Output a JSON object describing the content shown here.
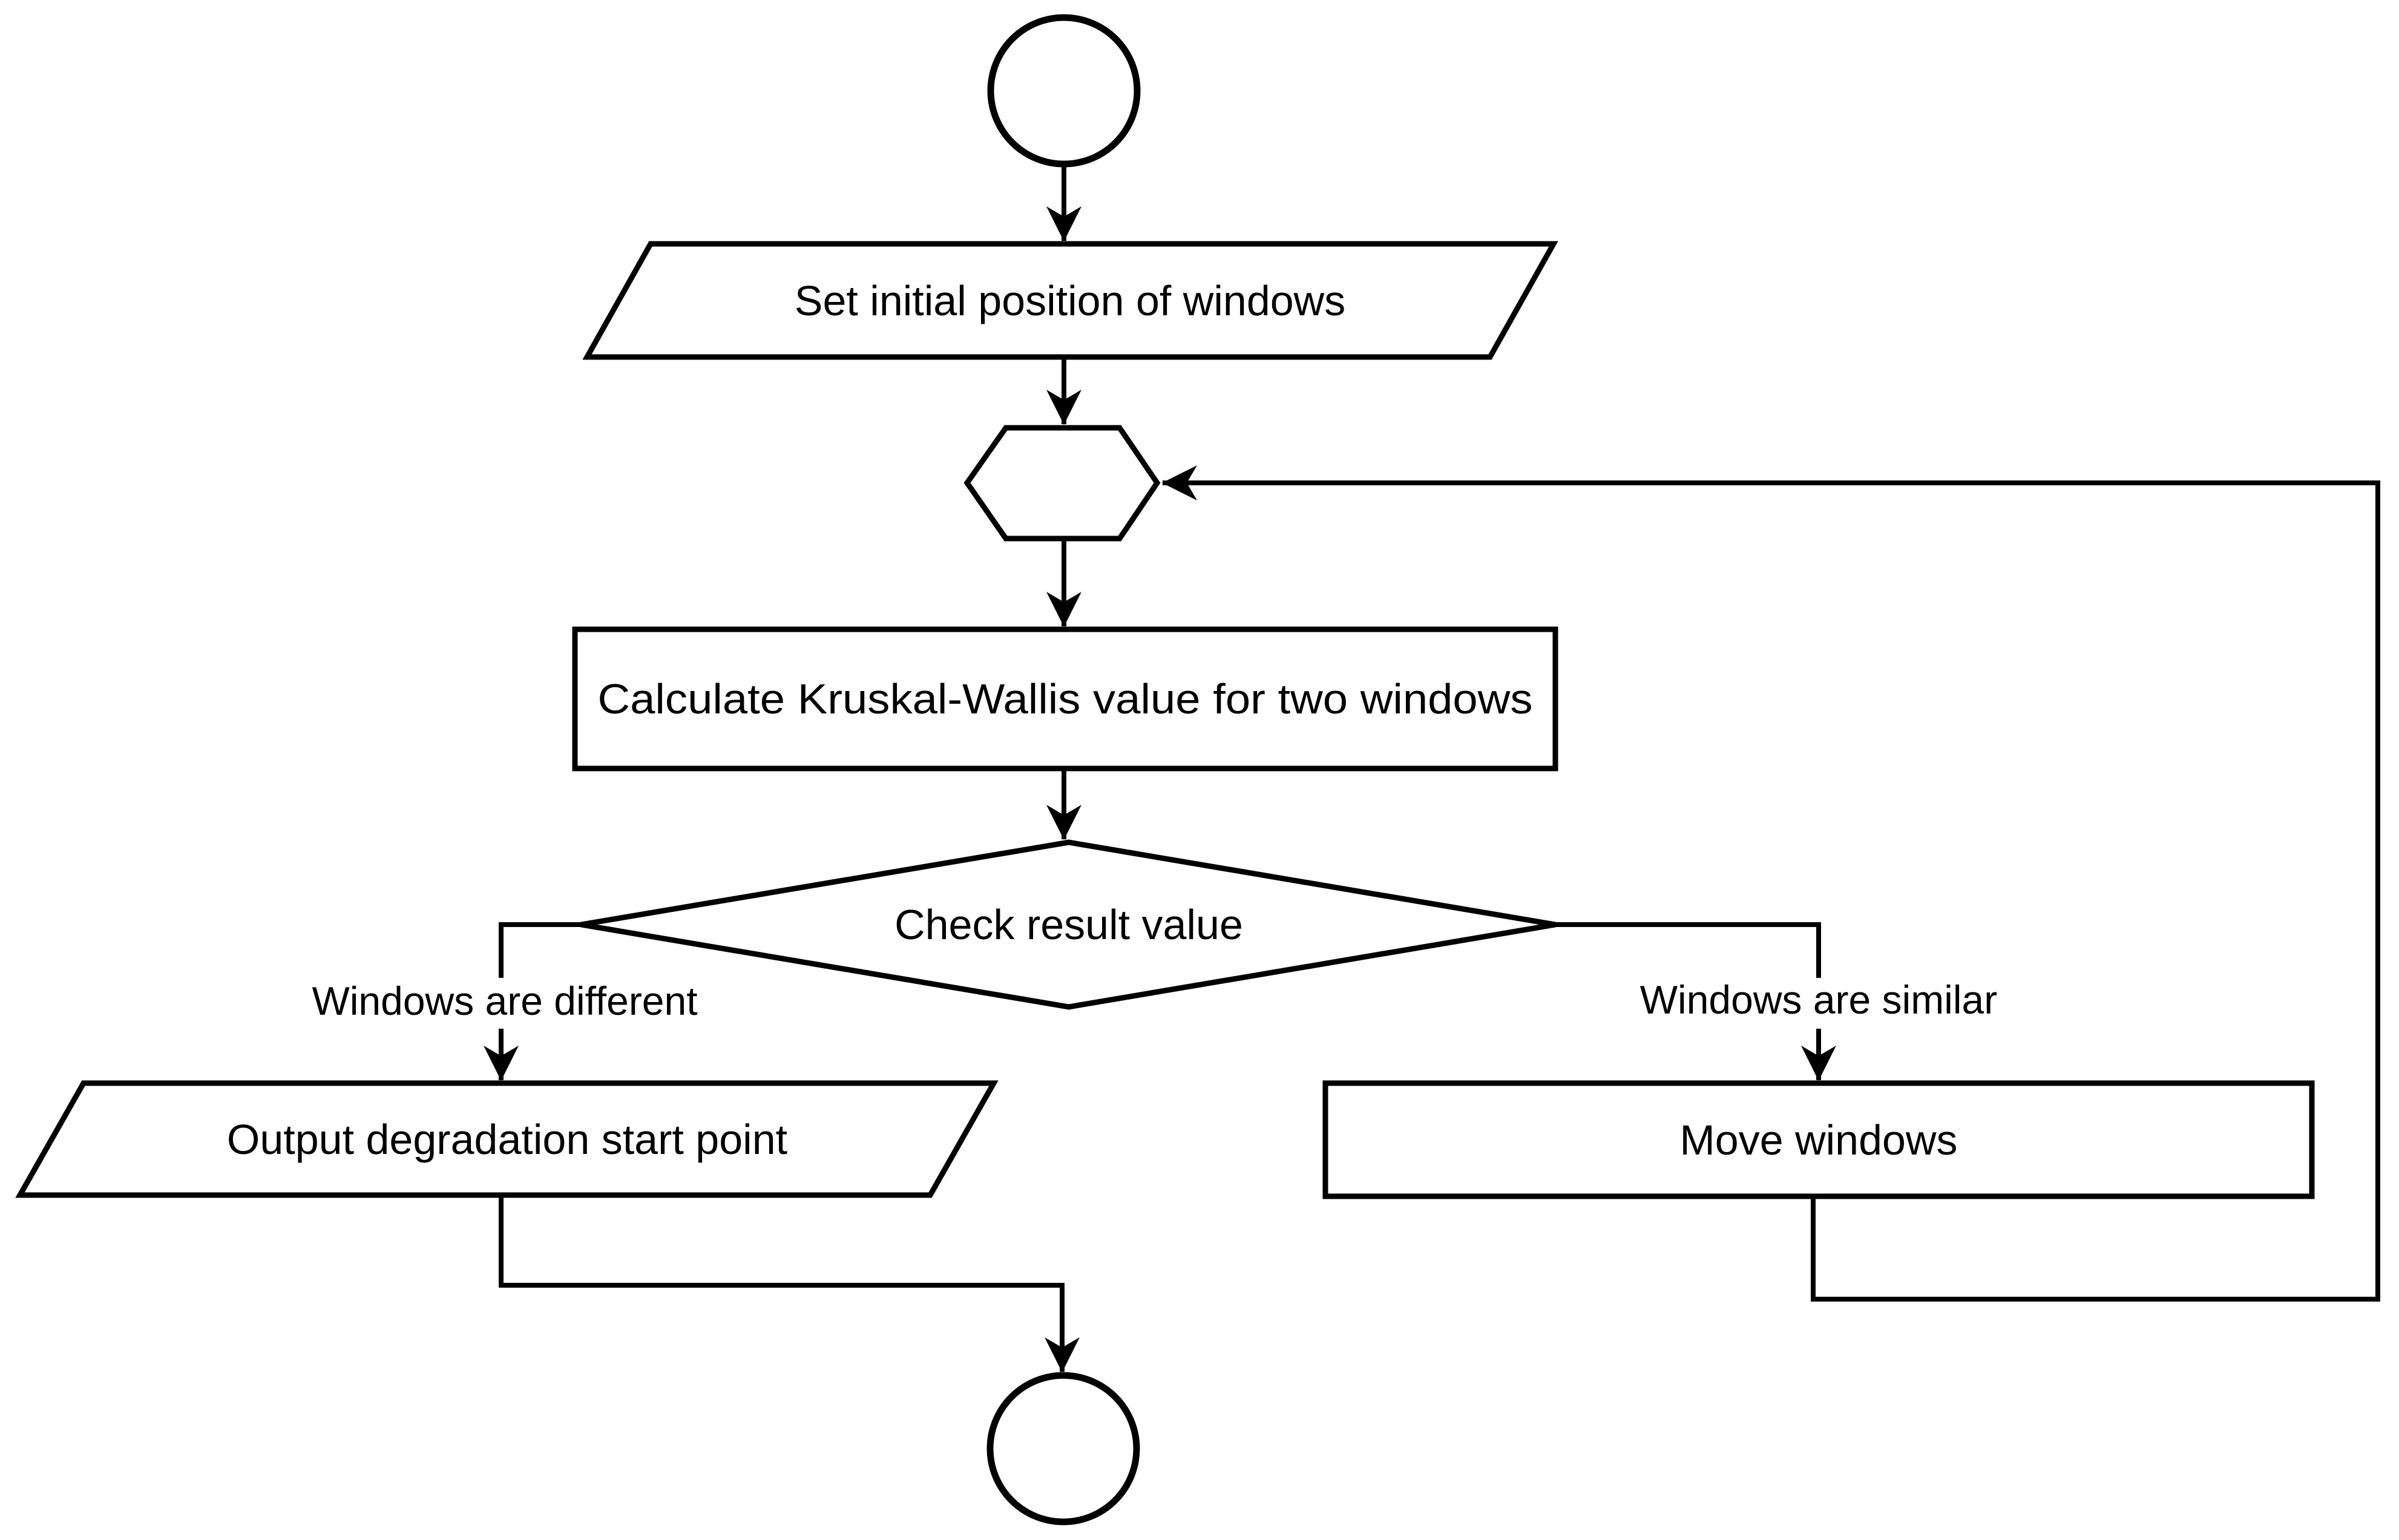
{
  "diagram": {
    "type": "flowchart",
    "background_color": "#ffffff",
    "line_color": "#000000",
    "nodes": {
      "start": {
        "shape": "circle",
        "label": ""
      },
      "set_initial_position": {
        "shape": "parallelogram",
        "label": "Set initial position of windows"
      },
      "loop_junction": {
        "shape": "hexagon",
        "label": ""
      },
      "calculate_kw": {
        "shape": "rectangle",
        "label": "Calculate Kruskal-Wallis value for two windows"
      },
      "check_result": {
        "shape": "diamond",
        "label": "Check result value"
      },
      "output_degradation": {
        "shape": "parallelogram",
        "label": "Output degradation start point"
      },
      "move_windows": {
        "shape": "rectangle",
        "label": "Move windows"
      },
      "end": {
        "shape": "circle",
        "label": ""
      }
    },
    "edge_labels": {
      "different": "Windows are different",
      "similar": "Windows are similar"
    },
    "edges": [
      {
        "from": "start",
        "to": "set_initial_position",
        "label": ""
      },
      {
        "from": "set_initial_position",
        "to": "loop_junction",
        "label": ""
      },
      {
        "from": "loop_junction",
        "to": "calculate_kw",
        "label": ""
      },
      {
        "from": "calculate_kw",
        "to": "check_result",
        "label": ""
      },
      {
        "from": "check_result",
        "to": "output_degradation",
        "label": "Windows are different"
      },
      {
        "from": "check_result",
        "to": "move_windows",
        "label": "Windows are similar"
      },
      {
        "from": "output_degradation",
        "to": "end",
        "label": ""
      },
      {
        "from": "move_windows",
        "to": "loop_junction",
        "label": ""
      }
    ]
  }
}
